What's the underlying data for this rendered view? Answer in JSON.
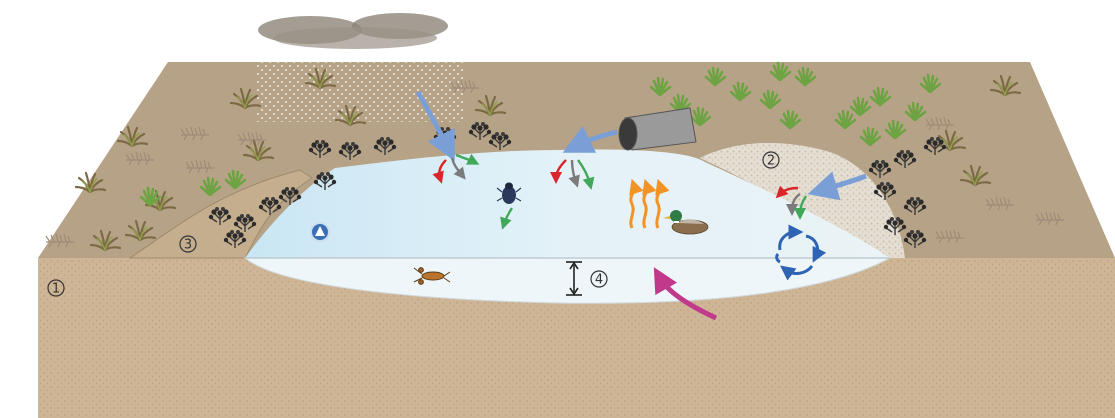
{
  "labels": {
    "soil": "1",
    "gravel_bank": "2",
    "shore_slope": "3",
    "depth": "4"
  },
  "icons": [
    "rain-cloud-icon",
    "drain-pipe-icon",
    "duck-icon",
    "beetle-icon",
    "crayfish-icon",
    "water-drop-icon",
    "circulation-arrows-icon",
    "heat-waves-icon",
    "groundwater-arrow-icon",
    "depth-marker-icon"
  ],
  "colors": {
    "land": "#b6a387",
    "soil": "#ceb595",
    "water": "#dcecf5",
    "water_bottom": "#eef6f9",
    "gravel": "#e2ddd2",
    "inflow_arrow": "#7a9fd6",
    "circulation_arrow": "#2f63b3",
    "heat_arrow": "#f29326",
    "groundwater_arrow": "#c0398a",
    "red_arrow": "#d8262c",
    "grey_arrow": "#7b7b7b",
    "green_arrow": "#41a85a"
  }
}
